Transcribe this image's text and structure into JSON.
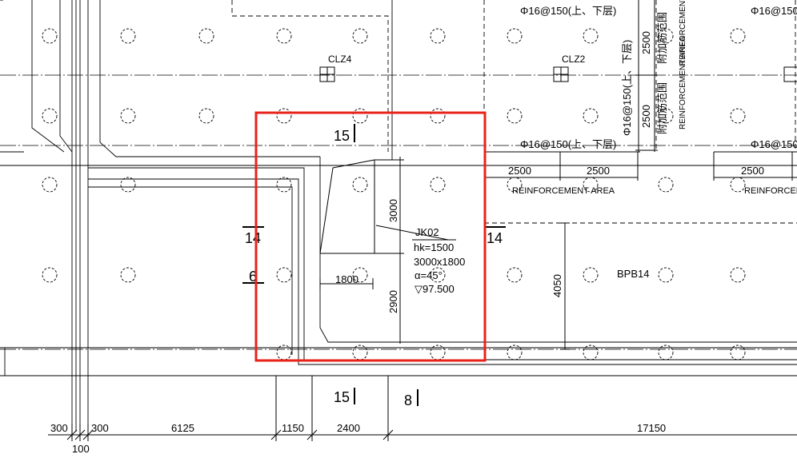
{
  "pile_labels": {
    "clz4": "CLZ4",
    "clz2": "CLZ2"
  },
  "rebar_notes": {
    "top_left": "Φ16@150(上、下层)",
    "top_right": "Φ16@150",
    "vertical_left": "Φ16@150(上、下层)",
    "mid": "Φ16@150(上、下层)",
    "right_edge": "Φ16@150("
  },
  "reinforcement": {
    "cn": "附加筋范围",
    "en": "REINFORCEMENT AREA",
    "en_caps": "REINFORCEMENT AREA",
    "en_cut": "REINFORCEM",
    "v_dim_top": "2500",
    "v_dim_bottom": "2500",
    "h_dim_1": "2500",
    "h_dim_2": "2500",
    "h_dim_3": "2500"
  },
  "section_marks": {
    "top15": "15",
    "left14": "14",
    "left6": "6",
    "right14": "14",
    "bottom15": "15",
    "bottom8": "8"
  },
  "pit": {
    "tag": "JK02",
    "hk": "hk=1500",
    "size": "3000x1800",
    "alpha": "α=45°",
    "elev": "▽97.500",
    "dim_w": "1800",
    "dim_h_top": "3000",
    "dim_h_bottom": "2900"
  },
  "slab": {
    "tag": "BPB14",
    "dim": "4050"
  },
  "bottom_dims": [
    "300",
    "300",
    "6125",
    "1150",
    "2400",
    "17150"
  ],
  "bottom_sub": "100",
  "highlight_color": "#e8231b"
}
